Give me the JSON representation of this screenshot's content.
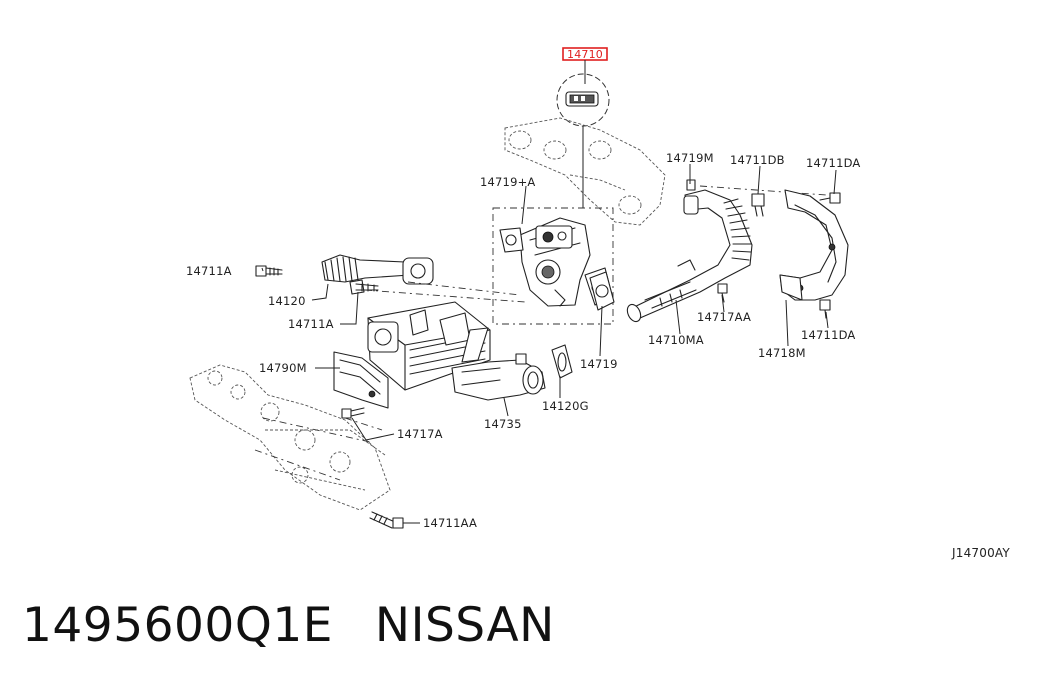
{
  "diagram": {
    "highlighted_part": "14710",
    "highlight_color": "#e02020",
    "reference_code": "J14700AY",
    "callouts": [
      {
        "id": "c-14719A",
        "text": "14719+A"
      },
      {
        "id": "c-14719M",
        "text": "14719M"
      },
      {
        "id": "c-14711DB",
        "text": "14711DB"
      },
      {
        "id": "c-14711DA-top",
        "text": "14711DA"
      },
      {
        "id": "c-14711A-1",
        "text": "14711A"
      },
      {
        "id": "c-14120",
        "text": "14120"
      },
      {
        "id": "c-14711A-2",
        "text": "14711A"
      },
      {
        "id": "c-14790M",
        "text": "14790M"
      },
      {
        "id": "c-14719",
        "text": "14719"
      },
      {
        "id": "c-14717AA",
        "text": "14717AA"
      },
      {
        "id": "c-14710MA",
        "text": "14710MA"
      },
      {
        "id": "c-14718M",
        "text": "14718M"
      },
      {
        "id": "c-14711DA-bottom",
        "text": "14711DA"
      },
      {
        "id": "c-14120G",
        "text": "14120G"
      },
      {
        "id": "c-14735",
        "text": "14735"
      },
      {
        "id": "c-14717A",
        "text": "14717A"
      },
      {
        "id": "c-14711AA",
        "text": "14711AA"
      }
    ]
  },
  "footer": {
    "part_number": "1495600Q1E",
    "brand": "NISSAN"
  }
}
